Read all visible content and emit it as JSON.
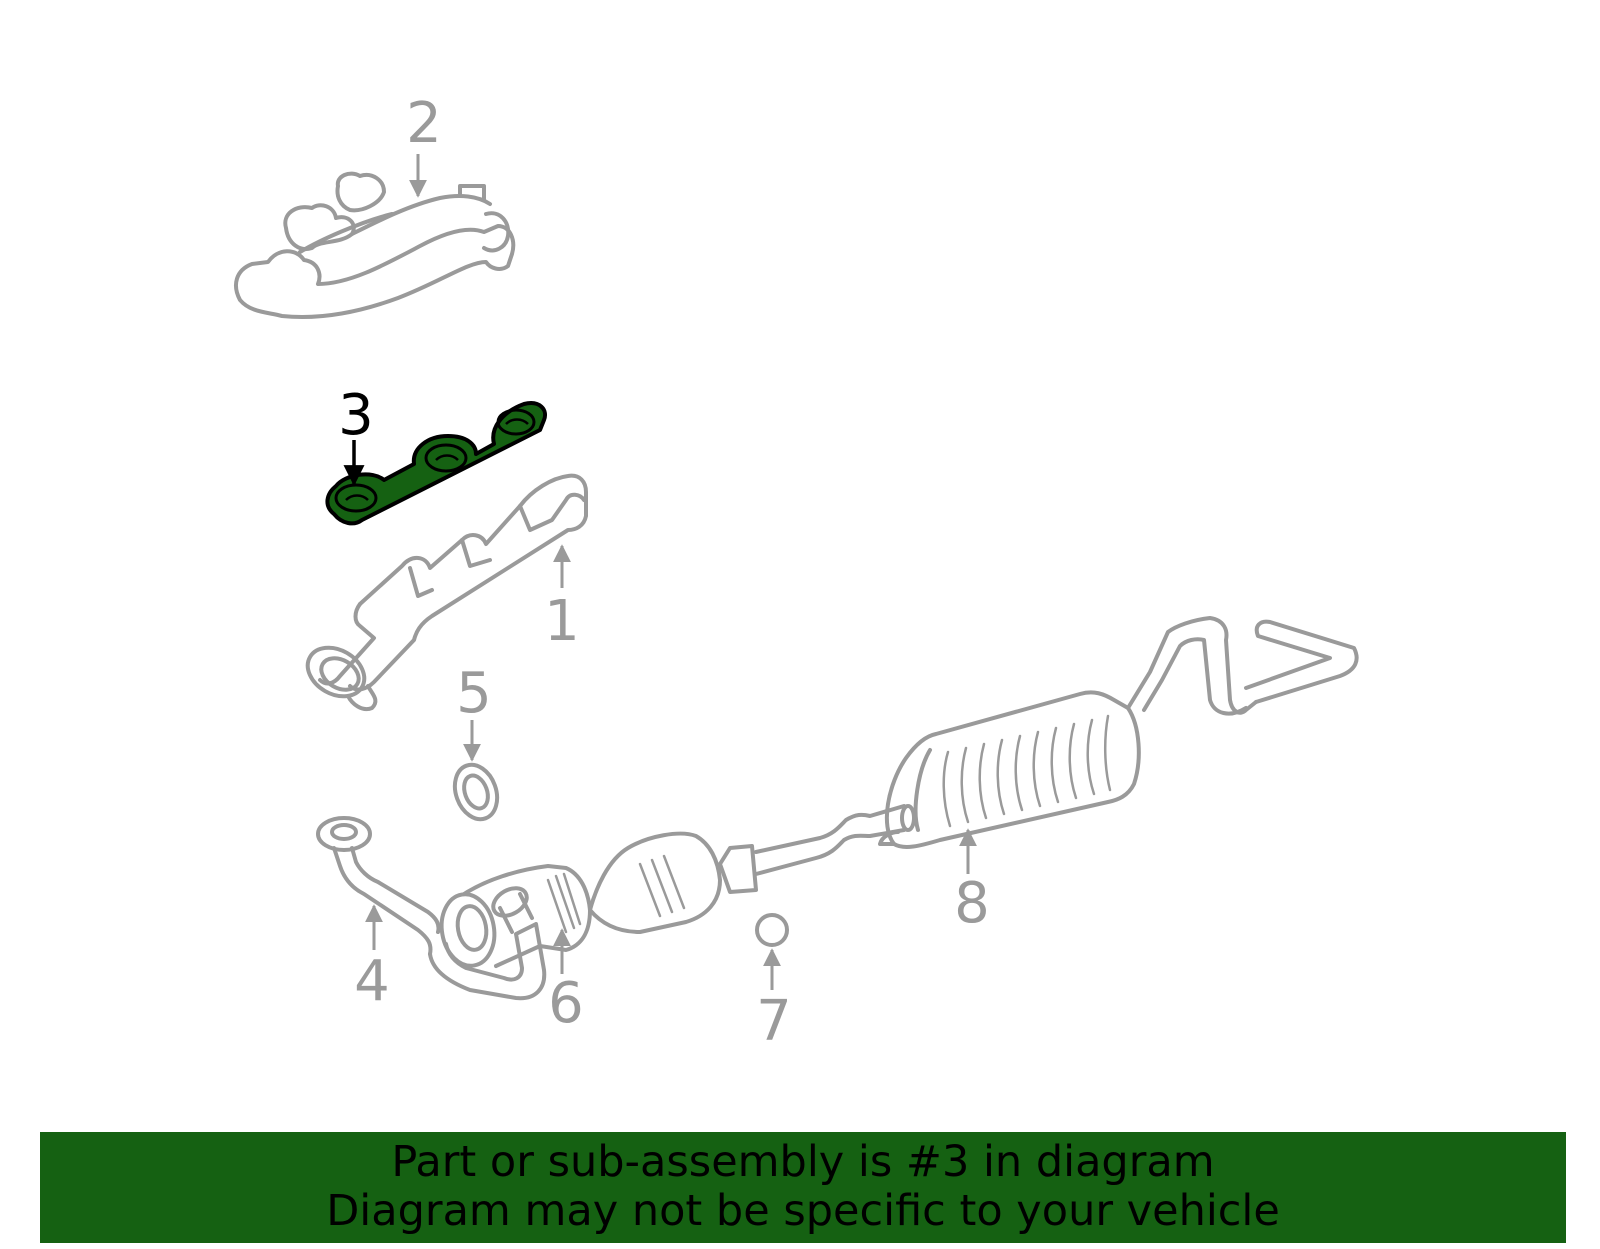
{
  "colors": {
    "highlight": "#156112",
    "line": "#9a9a9a",
    "highlight_label": "#000000"
  },
  "callouts": [
    {
      "number": "1",
      "highlighted": false
    },
    {
      "number": "2",
      "highlighted": false
    },
    {
      "number": "3",
      "highlighted": true
    },
    {
      "number": "4",
      "highlighted": false
    },
    {
      "number": "5",
      "highlighted": false
    },
    {
      "number": "6",
      "highlighted": false
    },
    {
      "number": "7",
      "highlighted": false
    },
    {
      "number": "8",
      "highlighted": false
    }
  ],
  "banner": {
    "line1": "Part or sub-assembly is #3 in diagram",
    "line2": "Diagram may not be specific to your vehicle"
  }
}
